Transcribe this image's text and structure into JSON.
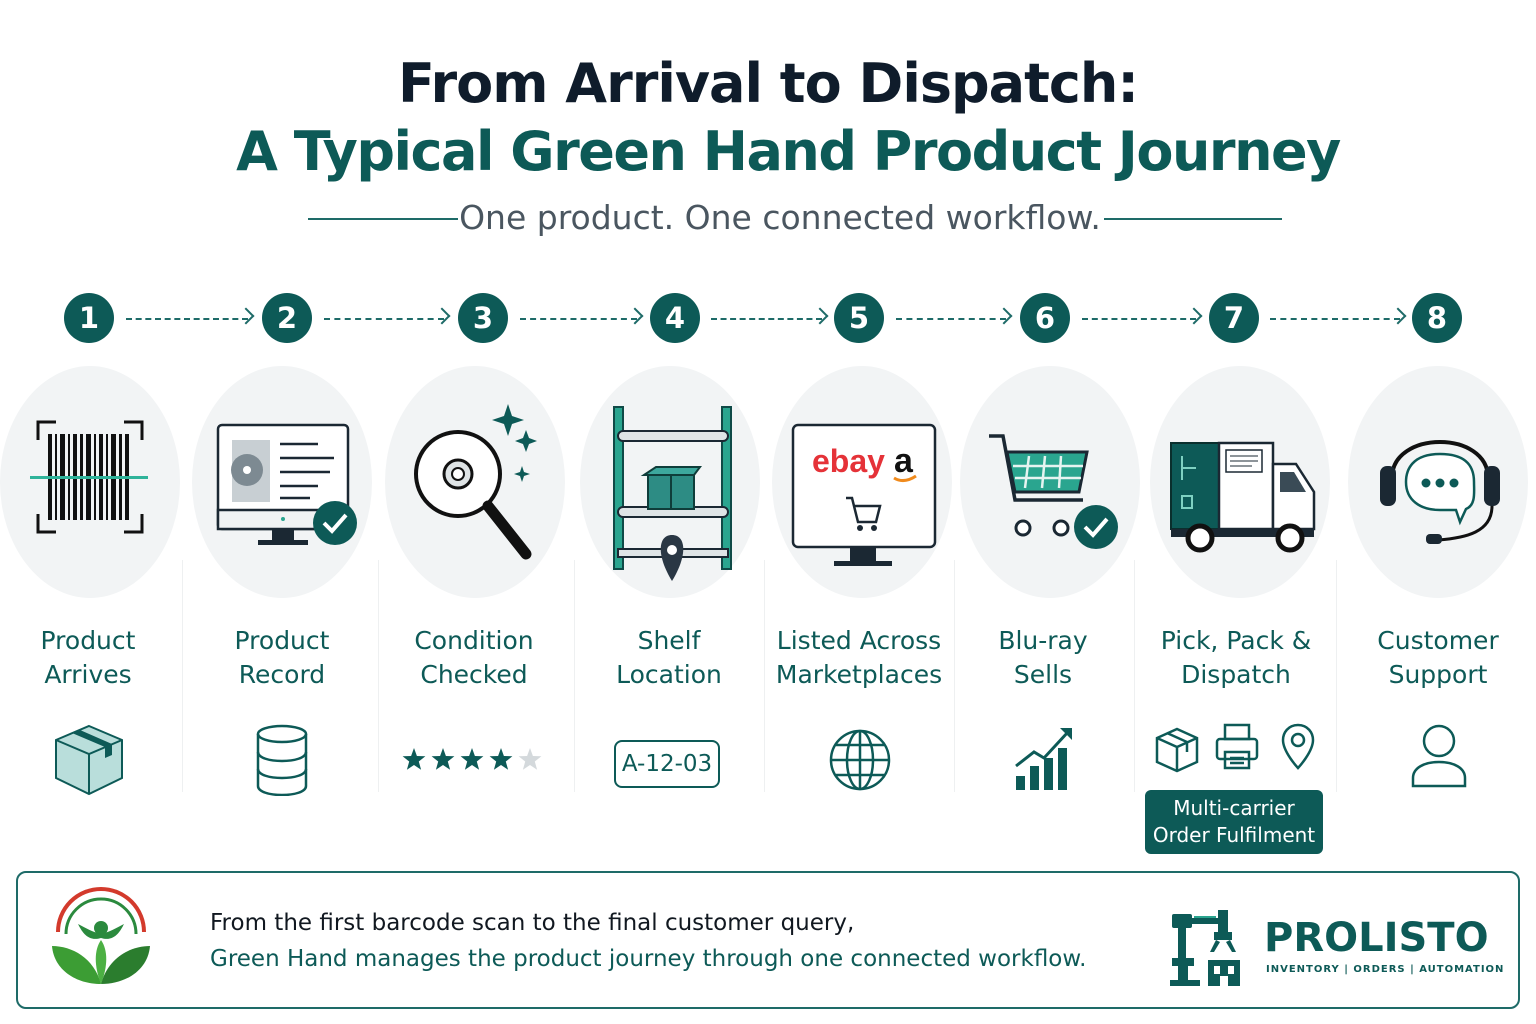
{
  "header": {
    "title_line1": "From Arrival to Dispatch:",
    "title_line2": "A Typical Green Hand Product Journey",
    "subtitle": "One product. One connected workflow."
  },
  "steps": [
    {
      "number": "1",
      "label": "Product\nArrives"
    },
    {
      "number": "2",
      "label": "Product\nRecord"
    },
    {
      "number": "3",
      "label": "Condition\nChecked"
    },
    {
      "number": "4",
      "label": "Shelf\nLocation"
    },
    {
      "number": "5",
      "label": "Listed Across\nMarketplaces"
    },
    {
      "number": "6",
      "label": "Blu-ray\nSells"
    },
    {
      "number": "7",
      "label": "Pick, Pack &\nDispatch"
    },
    {
      "number": "8",
      "label": "Customer\nSupport"
    }
  ],
  "marketplaces": {
    "ebay": "ebay",
    "amazon": "a"
  },
  "condition_rating": {
    "stars": 4,
    "max": 5
  },
  "shelf_code": "A-12-03",
  "fulfilment_badge": "Multi-carrier\nOrder Fulfilment",
  "footer": {
    "line1": "From the first barcode scan to the final customer query,",
    "line2": "Green Hand manages the product journey through one connected workflow.",
    "brand": "PROLISTO",
    "brand_tagline": "INVENTORY | ORDERS | AUTOMATION"
  },
  "colors": {
    "primary": "#0d5a57",
    "accent": "#2aa58f",
    "dark": "#0f1c2b",
    "light_fill": "#f2f4f5"
  },
  "icons": [
    "barcode-scanner-icon",
    "monitor-record-icon",
    "magnifier-disc-icon",
    "shelf-box-icon",
    "marketplace-monitor-icon",
    "shopping-cart-icon",
    "delivery-truck-icon",
    "headset-chat-icon",
    "box-icon",
    "database-icon",
    "star-icon",
    "globe-icon",
    "growth-chart-icon",
    "package-icon",
    "printer-icon",
    "location-pin-icon",
    "user-icon",
    "green-hand-logo-icon",
    "prolisto-robot-icon"
  ]
}
